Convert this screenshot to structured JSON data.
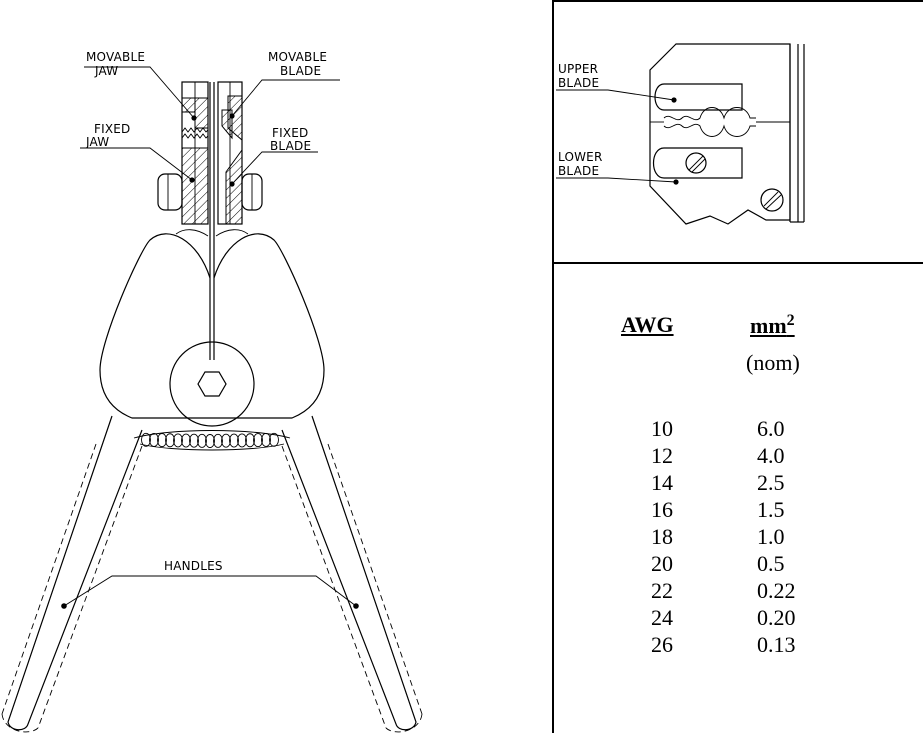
{
  "tool_labels": {
    "movable_jaw": [
      "MOVABLE",
      "JAW"
    ],
    "movable_blade": [
      "MOVABLE",
      "BLADE"
    ],
    "fixed_jaw": [
      "FIXED",
      "JAW"
    ],
    "fixed_blade": [
      "FIXED",
      "BLADE"
    ],
    "handles": "HANDLES"
  },
  "inset_labels": {
    "upper_blade": [
      "UPPER",
      "BLADE"
    ],
    "lower_blade": [
      "LOWER",
      "BLADE"
    ]
  },
  "table": {
    "header_awg": "AWG",
    "header_mm": "mm",
    "header_mm_sup": "2",
    "header_nom": "(nom)",
    "rows": [
      {
        "awg": "10",
        "mm2": "6.0"
      },
      {
        "awg": "12",
        "mm2": "4.0"
      },
      {
        "awg": "14",
        "mm2": "2.5"
      },
      {
        "awg": "16",
        "mm2": "1.5"
      },
      {
        "awg": "18",
        "mm2": "1.0"
      },
      {
        "awg": "20",
        "mm2": "0.5"
      },
      {
        "awg": "22",
        "mm2": "0.22"
      },
      {
        "awg": "24",
        "mm2": "0.20"
      },
      {
        "awg": "26",
        "mm2": "0.13"
      }
    ]
  }
}
